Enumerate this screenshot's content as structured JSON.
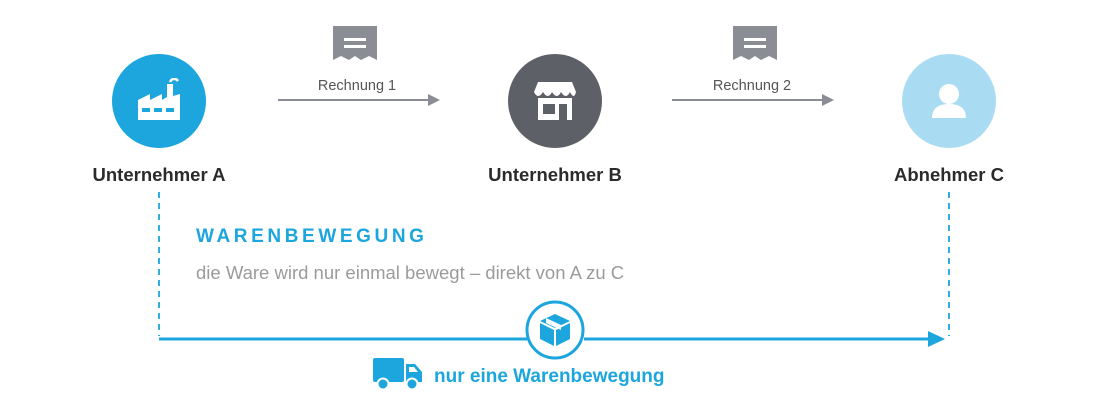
{
  "parties": [
    {
      "id": "a",
      "label": "Unternehmer A",
      "icon": "factory-icon",
      "color": "#1ca6dd"
    },
    {
      "id": "b",
      "label": "Unternehmer B",
      "icon": "shop-icon",
      "color": "#5e6068"
    },
    {
      "id": "c",
      "label": "Abnehmer C",
      "icon": "user-icon",
      "color": "#a9dcf2"
    }
  ],
  "invoices": [
    {
      "label": "Rechnung 1",
      "icon": "invoice-icon",
      "color": "#8a8d93"
    },
    {
      "label": "Rechnung 2",
      "icon": "invoice-icon",
      "color": "#8a8d93"
    }
  ],
  "goods_movement": {
    "title": "WARENBEWEGUNG",
    "subtitle": "die Ware wird nur einmal bewegt – direkt von A zu C",
    "bottom_label": "nur eine Warenbewegung",
    "package_icon": "package-icon",
    "truck_icon": "truck-icon",
    "accent_color": "#1ca6dd"
  }
}
